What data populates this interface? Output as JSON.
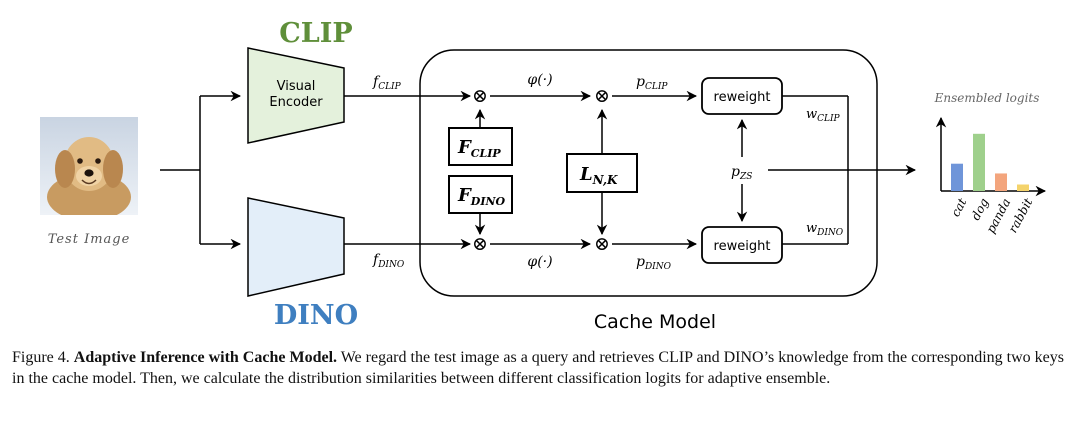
{
  "diagram": {
    "clip_title": "CLIP",
    "dino_title": "DINO",
    "visual_encoder_line1": "Visual",
    "visual_encoder_line2": "Encoder",
    "test_image_label": "Test Image",
    "cache_model_label": "Cache Model",
    "f_clip": {
      "base": "f",
      "sub": "CLIP"
    },
    "f_dino": {
      "base": "f",
      "sub": "DINO"
    },
    "phi_top": "φ(·)",
    "phi_bottom": "φ(·)",
    "p_clip": {
      "base": "p",
      "sub": "CLIP"
    },
    "p_dino": {
      "base": "p",
      "sub": "DINO"
    },
    "key_clip": {
      "base": "F",
      "sub": "CLIP"
    },
    "key_dino": {
      "base": "F",
      "sub": "DINO"
    },
    "lnk": {
      "base": "L",
      "sub": "N,K"
    },
    "p_zs": {
      "base": "p",
      "sub": "ZS"
    },
    "reweight_top": "reweight",
    "reweight_bottom": "reweight",
    "w_clip": {
      "base": "w",
      "sub": "CLIP"
    },
    "w_dino": {
      "base": "w",
      "sub": "DINO"
    },
    "otimes": "⊗",
    "colors": {
      "clip_title": "#5f8f3a",
      "dino_title": "#3f7fc0",
      "clip_encoder_fill": "#e4f1dc",
      "dino_encoder_fill": "#e3eef9"
    }
  },
  "chart_data": {
    "type": "bar",
    "title": "Ensembled logits",
    "categories": [
      "cat",
      "dog",
      "panda",
      "rabbit"
    ],
    "values": [
      0.42,
      0.88,
      0.27,
      0.1
    ],
    "colors": [
      "#6f95d9",
      "#9fd08c",
      "#f3a57d",
      "#f4d36b"
    ],
    "ylim": [
      0,
      1
    ]
  },
  "caption": {
    "prefix": "Figure 4. ",
    "bold": "Adaptive Inference with Cache Model.",
    "text": " We regard the test image as a query and retrieves CLIP and DINO’s knowledge from the corresponding two keys in the cache model. Then, we calculate the distribution similarities between different classification logits for adaptive ensemble."
  }
}
